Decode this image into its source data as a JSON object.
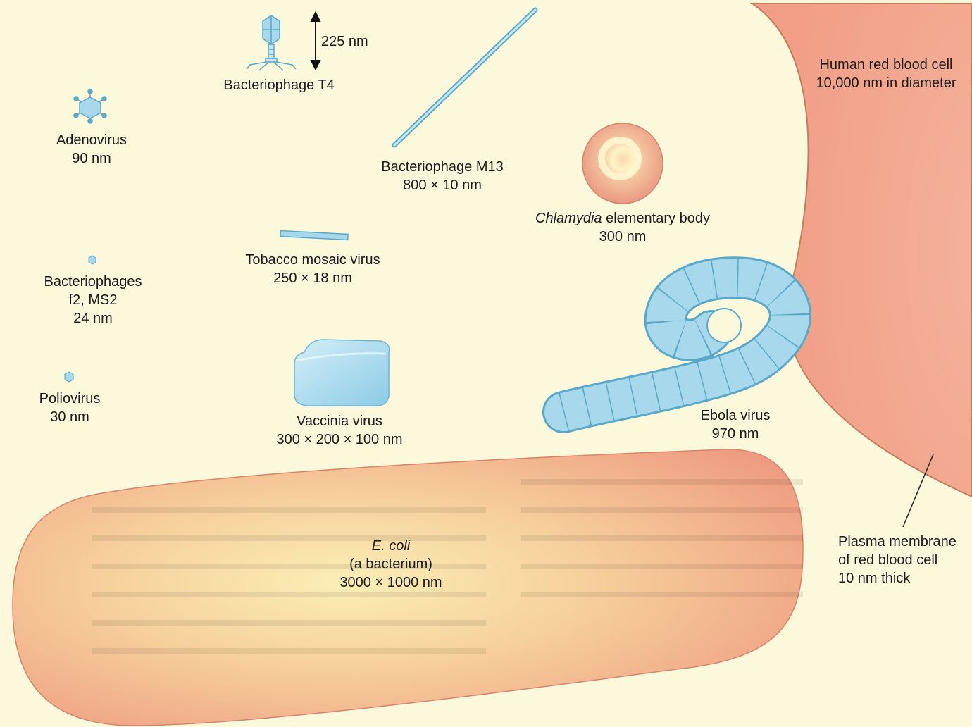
{
  "colors": {
    "background": "#fbf8dc",
    "red_blood_cell": "#f1a088",
    "ecoli": "#f0a084",
    "virus_blue": "#a8d8ec",
    "virus_outline": "#5aa8c8"
  },
  "organisms": {
    "bacteriophage_t4": {
      "name": "Bacteriophage T4",
      "size": "225 nm"
    },
    "adenovirus": {
      "name": "Adenovirus",
      "size": "90 nm"
    },
    "bacteriophage_m13": {
      "name": "Bacteriophage M13",
      "size": "800 × 10 nm"
    },
    "chlamydia": {
      "name_italic": "Chlamydia",
      "name_rest": " elementary body",
      "size": "300 nm"
    },
    "red_blood_cell": {
      "name": "Human red blood cell",
      "size": "10,000 nm in diameter"
    },
    "tobacco_mosaic": {
      "name": "Tobacco mosaic virus",
      "size": "250 × 18 nm"
    },
    "bacteriophages_f2": {
      "line1": "Bacteriophages",
      "line2": "f2, MS2",
      "size": "24 nm"
    },
    "poliovirus": {
      "name": "Poliovirus",
      "size": "30 nm"
    },
    "vaccinia": {
      "name": "Vaccinia virus",
      "size": "300 × 200 × 100 nm"
    },
    "ebola": {
      "name": "Ebola virus",
      "size": "970 nm"
    },
    "ecoli": {
      "name": "E. coli",
      "desc": "(a bacterium)",
      "size": "3000 × 1000 nm"
    },
    "plasma_membrane": {
      "line1": "Plasma membrane",
      "line2": "of red blood cell",
      "line3": "10 nm thick"
    }
  }
}
